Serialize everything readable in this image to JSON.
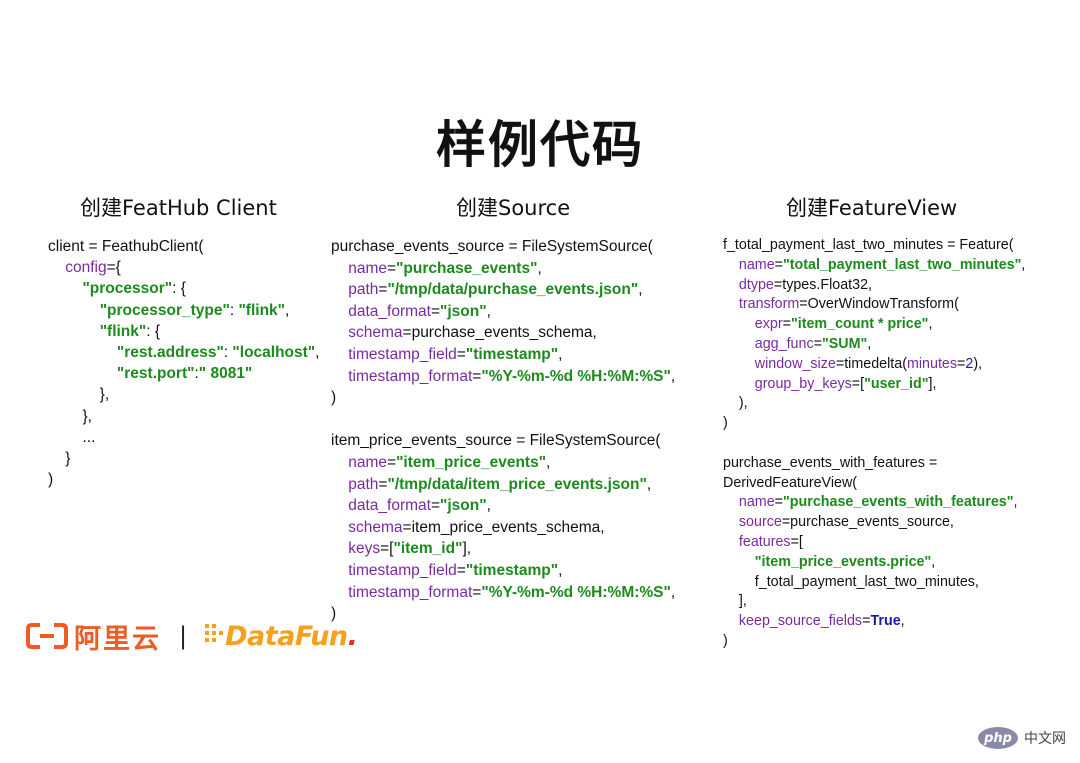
{
  "title": "样例代码",
  "columns": [
    {
      "heading": "创建FeatHub Client",
      "lines": [
        [
          {
            "t": "client = FeathubClient("
          }
        ],
        [
          {
            "t": "    "
          },
          {
            "t": "config",
            "c": "k"
          },
          {
            "t": "={"
          }
        ],
        [
          {
            "t": "        "
          },
          {
            "t": "\"processor\"",
            "c": "s"
          },
          {
            "t": ": {"
          }
        ],
        [
          {
            "t": "            "
          },
          {
            "t": "\"processor_type\"",
            "c": "s"
          },
          {
            "t": ": "
          },
          {
            "t": "\"flink\"",
            "c": "s"
          },
          {
            "t": ","
          }
        ],
        [
          {
            "t": "            "
          },
          {
            "t": "\"flink\"",
            "c": "s"
          },
          {
            "t": ": {"
          }
        ],
        [
          {
            "t": "                "
          },
          {
            "t": "\"rest.address\"",
            "c": "s"
          },
          {
            "t": ": "
          },
          {
            "t": "\"localhost\"",
            "c": "s"
          },
          {
            "t": ","
          }
        ],
        [
          {
            "t": "                "
          },
          {
            "t": "\"rest.port\"",
            "c": "s"
          },
          {
            "t": ":"
          },
          {
            "t": "\" 8081\"",
            "c": "s"
          }
        ],
        [
          {
            "t": "            },"
          }
        ],
        [
          {
            "t": "        },"
          }
        ],
        [
          {
            "t": "        ..."
          }
        ],
        [
          {
            "t": "    }"
          }
        ],
        [
          {
            "t": ")"
          }
        ]
      ]
    },
    {
      "heading": "创建Source",
      "lines": [
        [
          {
            "t": "purchase_events_source = FileSystemSource("
          }
        ],
        [
          {
            "t": "    "
          },
          {
            "t": "name",
            "c": "k"
          },
          {
            "t": "="
          },
          {
            "t": "\"purchase_events\"",
            "c": "s"
          },
          {
            "t": ","
          }
        ],
        [
          {
            "t": "    "
          },
          {
            "t": "path",
            "c": "k"
          },
          {
            "t": "="
          },
          {
            "t": "\"/tmp/data/purchase_events.json\"",
            "c": "s"
          },
          {
            "t": ","
          }
        ],
        [
          {
            "t": "    "
          },
          {
            "t": "data_format",
            "c": "k"
          },
          {
            "t": "="
          },
          {
            "t": "\"json\"",
            "c": "s"
          },
          {
            "t": ","
          }
        ],
        [
          {
            "t": "    "
          },
          {
            "t": "schema",
            "c": "k"
          },
          {
            "t": "=purchase_events_schema,"
          }
        ],
        [
          {
            "t": "    "
          },
          {
            "t": "timestamp_field",
            "c": "k"
          },
          {
            "t": "="
          },
          {
            "t": "\"timestamp\"",
            "c": "s"
          },
          {
            "t": ","
          }
        ],
        [
          {
            "t": "    "
          },
          {
            "t": "timestamp_format",
            "c": "k"
          },
          {
            "t": "="
          },
          {
            "t": "\"%Y-%m-%d %H:%M:%S\"",
            "c": "s"
          },
          {
            "t": ","
          }
        ],
        [
          {
            "t": ")"
          }
        ],
        [
          {
            "t": " "
          }
        ],
        [
          {
            "t": "item_price_events_source = FileSystemSource("
          }
        ],
        [
          {
            "t": "    "
          },
          {
            "t": "name",
            "c": "k"
          },
          {
            "t": "="
          },
          {
            "t": "\"item_price_events\"",
            "c": "s"
          },
          {
            "t": ","
          }
        ],
        [
          {
            "t": "    "
          },
          {
            "t": "path",
            "c": "k"
          },
          {
            "t": "="
          },
          {
            "t": "\"/tmp/data/item_price_events.json\"",
            "c": "s"
          },
          {
            "t": ","
          }
        ],
        [
          {
            "t": "    "
          },
          {
            "t": "data_format",
            "c": "k"
          },
          {
            "t": "="
          },
          {
            "t": "\"json\"",
            "c": "s"
          },
          {
            "t": ","
          }
        ],
        [
          {
            "t": "    "
          },
          {
            "t": "schema",
            "c": "k"
          },
          {
            "t": "=item_price_events_schema,"
          }
        ],
        [
          {
            "t": "    "
          },
          {
            "t": "keys",
            "c": "k"
          },
          {
            "t": "=["
          },
          {
            "t": "\"item_id\"",
            "c": "s"
          },
          {
            "t": "],"
          }
        ],
        [
          {
            "t": "    "
          },
          {
            "t": "timestamp_field",
            "c": "k"
          },
          {
            "t": "="
          },
          {
            "t": "\"timestamp\"",
            "c": "s"
          },
          {
            "t": ","
          }
        ],
        [
          {
            "t": "    "
          },
          {
            "t": "timestamp_format",
            "c": "k"
          },
          {
            "t": "="
          },
          {
            "t": "\"%Y-%m-%d %H:%M:%S\"",
            "c": "s"
          },
          {
            "t": ","
          }
        ],
        [
          {
            "t": ")"
          }
        ]
      ]
    },
    {
      "heading": "创建FeatureView",
      "lines": [
        [
          {
            "t": "f_total_payment_last_two_minutes = Feature("
          }
        ],
        [
          {
            "t": "    "
          },
          {
            "t": "name",
            "c": "k"
          },
          {
            "t": "="
          },
          {
            "t": "\"total_payment_last_two_minutes\"",
            "c": "s"
          },
          {
            "t": ","
          }
        ],
        [
          {
            "t": "    "
          },
          {
            "t": "dtype",
            "c": "k"
          },
          {
            "t": "=types.Float32,"
          }
        ],
        [
          {
            "t": "    "
          },
          {
            "t": "transform",
            "c": "k"
          },
          {
            "t": "=OverWindowTransform("
          }
        ],
        [
          {
            "t": "        "
          },
          {
            "t": "expr",
            "c": "k"
          },
          {
            "t": "="
          },
          {
            "t": "\"item_count * price\"",
            "c": "s"
          },
          {
            "t": ","
          }
        ],
        [
          {
            "t": "        "
          },
          {
            "t": "agg_func",
            "c": "k"
          },
          {
            "t": "="
          },
          {
            "t": "\"SUM\"",
            "c": "s"
          },
          {
            "t": ","
          }
        ],
        [
          {
            "t": "        "
          },
          {
            "t": "window_size",
            "c": "k"
          },
          {
            "t": "=timedelta("
          },
          {
            "t": "minutes",
            "c": "k"
          },
          {
            "t": "="
          },
          {
            "t": "2",
            "c": "n"
          },
          {
            "t": "),"
          }
        ],
        [
          {
            "t": "        "
          },
          {
            "t": "group_by_keys",
            "c": "k"
          },
          {
            "t": "=["
          },
          {
            "t": "\"user_id\"",
            "c": "s"
          },
          {
            "t": "],"
          }
        ],
        [
          {
            "t": "    ),"
          }
        ],
        [
          {
            "t": ")"
          }
        ],
        [
          {
            "t": " "
          }
        ],
        [
          {
            "t": "purchase_events_with_features ="
          }
        ],
        [
          {
            "t": "DerivedFeatureView("
          }
        ],
        [
          {
            "t": "    "
          },
          {
            "t": "name",
            "c": "k"
          },
          {
            "t": "="
          },
          {
            "t": "\"purchase_events_with_features\"",
            "c": "s"
          },
          {
            "t": ","
          }
        ],
        [
          {
            "t": "    "
          },
          {
            "t": "source",
            "c": "k"
          },
          {
            "t": "=purchase_events_source,"
          }
        ],
        [
          {
            "t": "    "
          },
          {
            "t": "features",
            "c": "k"
          },
          {
            "t": "=["
          }
        ],
        [
          {
            "t": "        "
          },
          {
            "t": "\"item_price_events.price\"",
            "c": "s"
          },
          {
            "t": ","
          }
        ],
        [
          {
            "t": "        f_total_payment_last_two_minutes,"
          }
        ],
        [
          {
            "t": "    ],"
          }
        ],
        [
          {
            "t": "    "
          },
          {
            "t": "keep_source_fields",
            "c": "k"
          },
          {
            "t": "="
          },
          {
            "t": "True",
            "c": "b"
          },
          {
            "t": ","
          }
        ],
        [
          {
            "t": ")"
          }
        ]
      ]
    }
  ],
  "logos": {
    "aliyun_text": "阿里云",
    "separator": "|",
    "datafun_text": "DataFun",
    "datafun_dot": "."
  },
  "watermark": {
    "php": "php",
    "label": "中文网"
  },
  "colors": {
    "keyword": "#7a2aa0",
    "string": "#1c8a1c",
    "number": "#1a1aa6",
    "aliyun": "#f05a23",
    "datafun": "#f5a11b"
  }
}
